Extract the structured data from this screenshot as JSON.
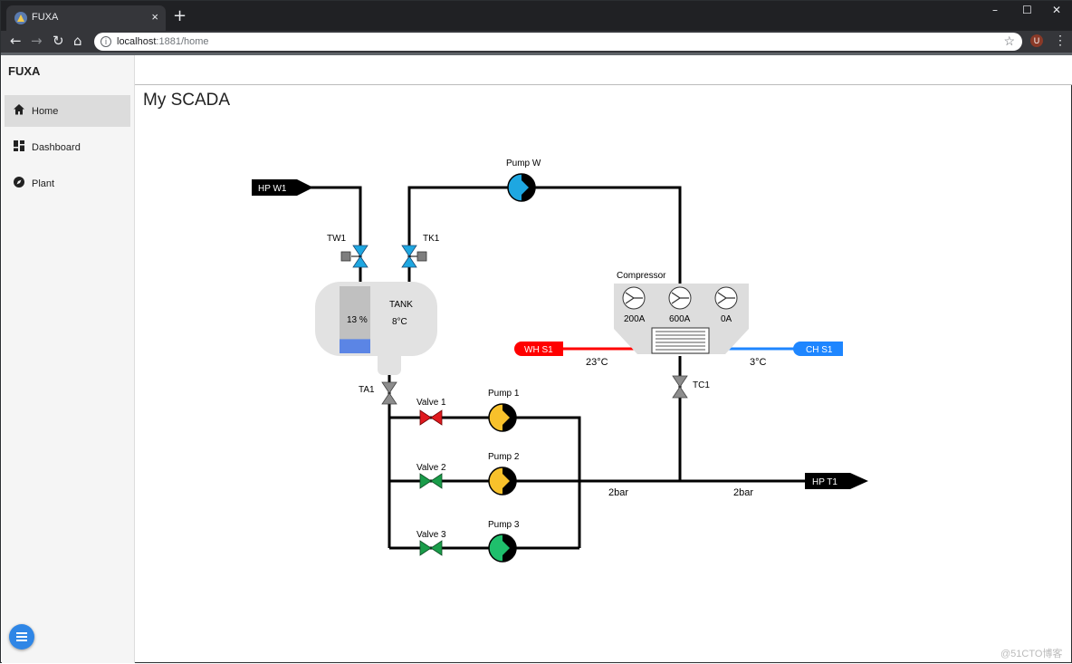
{
  "browser": {
    "tab_title": "FUXA",
    "tab_close": "×",
    "new_tab": "+",
    "url_host": "localhost",
    "url_rest": ":1881/home",
    "profile_initial": "U",
    "window_controls": [
      "–",
      "☐",
      "✕"
    ],
    "nav_icons": [
      "back-arrow",
      "forward-arrow",
      "reload",
      "home"
    ]
  },
  "app": {
    "brand": "FUXA",
    "page_title": "My SCADA",
    "sidebar": {
      "items": [
        {
          "label": "Home",
          "icon": "home-icon",
          "active": true
        },
        {
          "label": "Dashboard",
          "icon": "dashboard-icon",
          "active": false
        },
        {
          "label": "Plant",
          "icon": "compass-icon",
          "active": false
        }
      ]
    },
    "fab_icon": "menu-icon"
  },
  "diagram": {
    "hp_w1": "HP W1",
    "hp_t1": "HP T1",
    "pump_w": "Pump W",
    "tw1": "TW1",
    "tk1": "TK1",
    "tank_label": "TANK",
    "tank_temp": "8°C",
    "tank_level": "13 %",
    "tank_level_value": 13,
    "ta1": "TA1",
    "compressor": "Compressor",
    "fans": [
      "200A",
      "600A",
      "0A"
    ],
    "wh_s1": "WH S1",
    "ch_s1": "CH S1",
    "temp_hot": "23°C",
    "temp_cold": "3°C",
    "tc1": "TC1",
    "valve1": "Valve 1",
    "valve2": "Valve 2",
    "valve3": "Valve 3",
    "pump1": "Pump 1",
    "pump2": "Pump 2",
    "pump3": "Pump 3",
    "pressure_left": "2bar",
    "pressure_right": "2bar",
    "colors": {
      "pump_w": "#1ea7e1",
      "pump1": "#f8c12b",
      "pump2": "#f8c12b",
      "pump3": "#1fbf6c",
      "valve1": "#e0191e",
      "valve2": "#1a9d4a",
      "valve3": "#1a9d4a",
      "valve_open": "#1ea7e1",
      "valve_grey": "#8d8d8d",
      "hot": "#ff0000",
      "cold": "#1e86ff",
      "tank_fill": "#5b85e5"
    }
  },
  "watermark": "@51CTO博客"
}
